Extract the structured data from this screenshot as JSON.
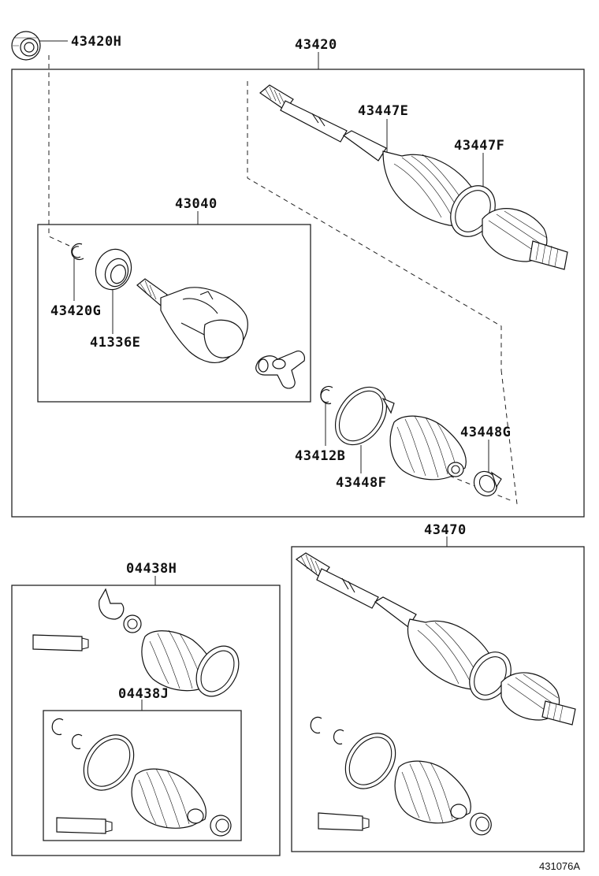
{
  "labels": {
    "h43420H": "43420H",
    "h43420": "43420",
    "h43447E": "43447E",
    "h43447F": "43447F",
    "h43040": "43040",
    "h43420G": "43420G",
    "h41336E": "41336E",
    "h43412B": "43412B",
    "h43448F": "43448F",
    "h43448G": "43448G",
    "h43470": "43470",
    "h04438H": "04438H",
    "h04438J": "04438J"
  },
  "diagram_id": "431076A"
}
